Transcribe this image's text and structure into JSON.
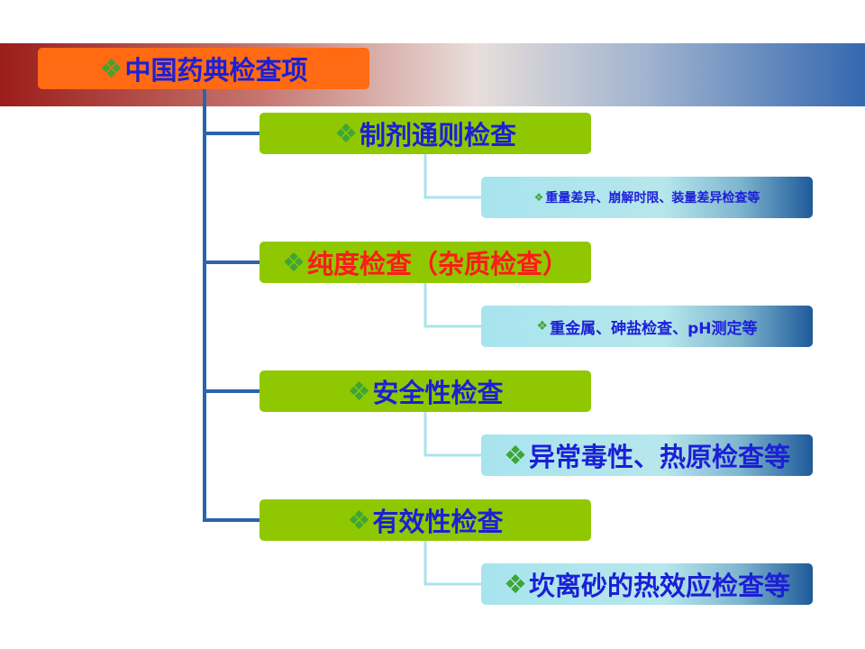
{
  "bullet_glyph": "❖",
  "colors": {
    "root_fill": "#ff6a13",
    "category_fill": "#8fc800",
    "text_blue": "#1c1fd6",
    "text_red": "#ff1a1a",
    "connector_main": "#2a64ad",
    "connector_sub": "#a8e4ee"
  },
  "root": {
    "label": "中国药典检查项"
  },
  "categories": [
    {
      "label": "制剂通则检查",
      "detail": "重量差异、崩解时限、装量差异检查等"
    },
    {
      "label": "纯度检查（杂质检查）",
      "detail": "重金属、砷盐检查、pH测定等"
    },
    {
      "label": "安全性检查",
      "detail": "异常毒性、热原检查等"
    },
    {
      "label": "有效性检查",
      "detail": "坎离砂的热效应检查等"
    }
  ]
}
